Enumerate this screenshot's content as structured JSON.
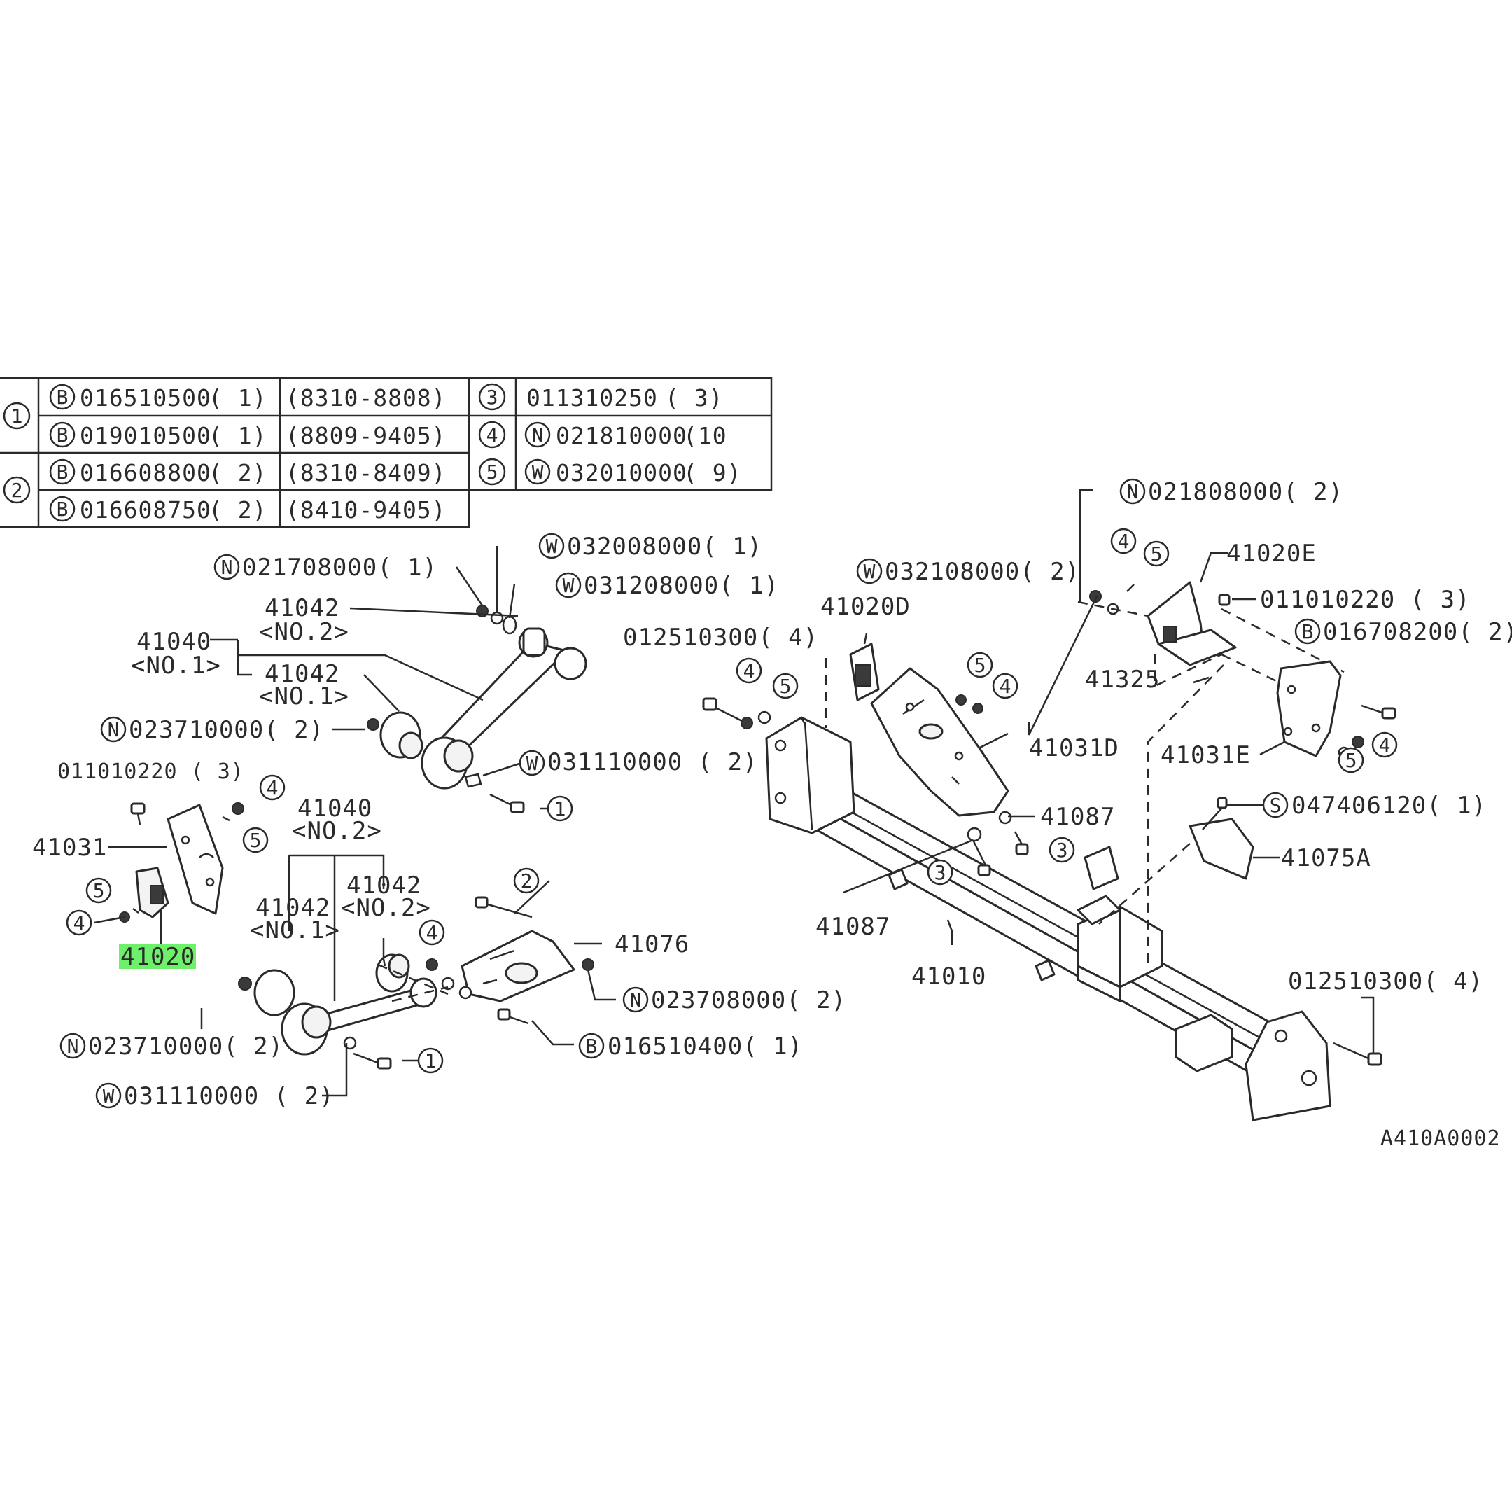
{
  "diagram_id": "A410A0002",
  "highlighted_part": "41020",
  "table": {
    "rows": [
      {
        "ref": "1",
        "code": "B",
        "part": "016510500",
        "qty": "( 1)",
        "dates": "(8310-8808)",
        "ref2": "3",
        "code2": "",
        "part2": "011310250",
        "qty2": "( 3)"
      },
      {
        "ref": "",
        "code": "B",
        "part": "019010500",
        "qty": "( 1)",
        "dates": "(8809-9405)",
        "ref2": "4",
        "code2": "N",
        "part2": "021810000",
        "qty2": "(10"
      },
      {
        "ref": "2",
        "code": "B",
        "part": "016608800",
        "qty": "( 2)",
        "dates": "(8310-8409)",
        "ref2": "5",
        "code2": "W",
        "part2": "032010000",
        "qty2": "( 9)"
      },
      {
        "ref": "",
        "code": "B",
        "part": "016608750",
        "qty": "( 2)",
        "dates": "(8410-9405)",
        "ref2": "",
        "code2": "",
        "part2": "",
        "qty2": ""
      }
    ]
  },
  "callouts": {
    "n021708000": {
      "code": "N",
      "text": "021708000( 1)"
    },
    "w032008000": {
      "code": "W",
      "text": "032008000( 1)"
    },
    "w031208000": {
      "code": "W",
      "text": "031208000( 1)"
    },
    "p41042_no2_top": {
      "text": "41042",
      "sub": "<NO.2>"
    },
    "p41040_no1": {
      "text": "41040",
      "sub": "<NO.1>"
    },
    "p41042_no1_top": {
      "text": "41042",
      "sub": "<NO.1>"
    },
    "n023710000_top": {
      "code": "N",
      "text": "023710000( 2)"
    },
    "w031110000_top": {
      "code": "W",
      "text": "031110000  ( 2)"
    },
    "b011010220_left": {
      "text": "011010220  ( 3)"
    },
    "p41031": {
      "text": "41031"
    },
    "p41020": {
      "text": "41020"
    },
    "p41040_no2": {
      "text": "41040",
      "sub": "<NO.2>"
    },
    "p41042_no2_low": {
      "text": "41042",
      "sub": "<NO.2>"
    },
    "p41042_no1_low": {
      "text": "41042",
      "sub": "<NO.1>"
    },
    "p41076": {
      "text": "41076"
    },
    "n023708000": {
      "code": "N",
      "text": "023708000( 2)"
    },
    "b016510400": {
      "code": "B",
      "text": "016510400( 1)"
    },
    "n023710000_low": {
      "code": "N",
      "text": "023710000( 2)"
    },
    "w031110000_low": {
      "code": "W",
      "text": "031110000  ( 2)"
    },
    "b012510300_top": {
      "text": "012510300( 4)"
    },
    "p41020D": {
      "text": "41020D"
    },
    "w032108000": {
      "code": "W",
      "text": "032108000( 2)"
    },
    "p41031D": {
      "text": "41031D"
    },
    "p41087_a": {
      "text": "41087"
    },
    "p41087_b": {
      "text": "41087"
    },
    "p41010": {
      "text": "41010"
    },
    "n021808000": {
      "code": "N",
      "text": "021808000( 2)"
    },
    "p41020E": {
      "text": "41020E"
    },
    "b011010220_right": {
      "text": "011010220  ( 3)"
    },
    "b016708200": {
      "code": "B",
      "text": "016708200( 2)"
    },
    "p41325": {
      "text": "41325"
    },
    "p41031E": {
      "text": "41031E"
    },
    "s047406120": {
      "code": "S",
      "text": "047406120( 1)"
    },
    "p41075A": {
      "text": "41075A"
    },
    "b012510300_low": {
      "text": "012510300( 4)"
    }
  },
  "ref_markers": [
    "1",
    "2",
    "3",
    "4",
    "5"
  ]
}
